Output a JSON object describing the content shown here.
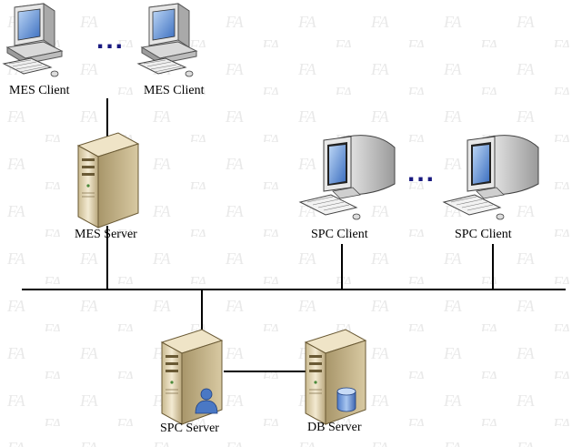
{
  "labels": {
    "mes_client_1": "MES Client",
    "mes_client_2": "MES Client",
    "mes_server": "MES Server",
    "spc_client_1": "SPC Client",
    "spc_client_2": "SPC Client",
    "spc_server": "SPC Server",
    "db_server": "DB Server"
  },
  "ellipsis": {
    "mes_clients": "...",
    "spc_clients": "..."
  },
  "watermark": "FA",
  "colors": {
    "line": "#000000",
    "ellipsis": "#1a1a80",
    "tower": "#e8dcc0",
    "monitor_body": "#d8d8d8",
    "screen": "#5b8fd8"
  },
  "icons": {
    "desktop": "desktop-computer-icon",
    "server": "server-tower-icon",
    "crt": "crt-monitor-icon",
    "user": "user-icon",
    "database": "database-icon"
  }
}
